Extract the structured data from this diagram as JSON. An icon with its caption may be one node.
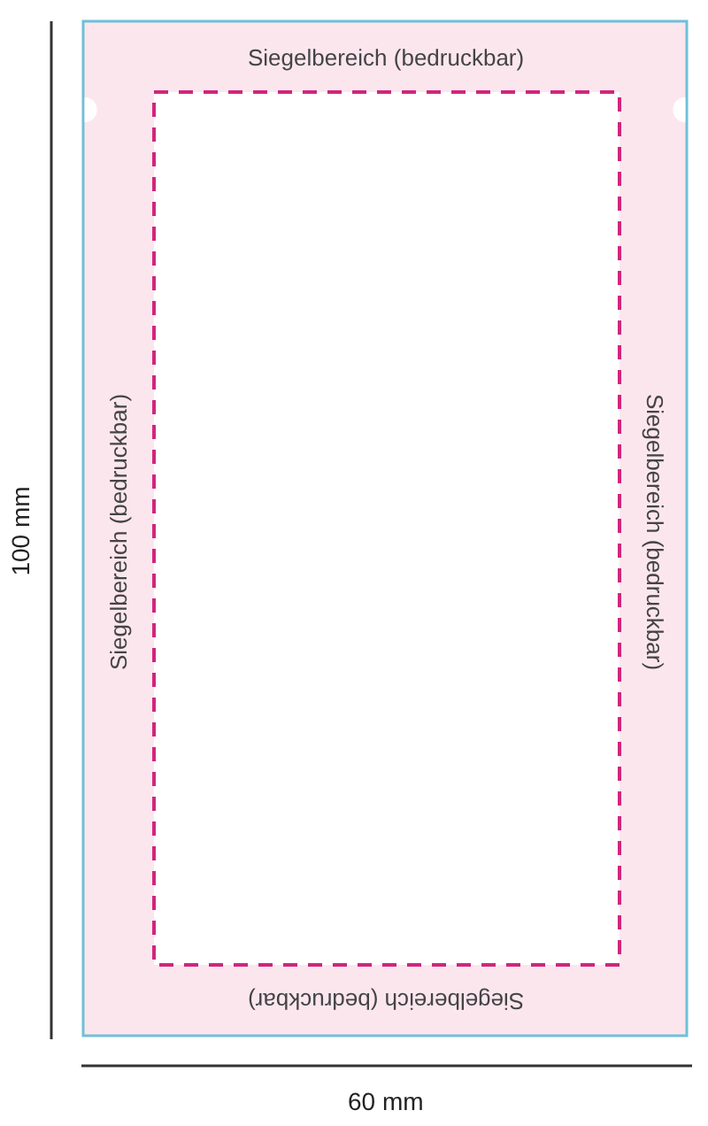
{
  "diagram": {
    "labels": [
      "Siegelbereich (bedruckbar)",
      "100 mm",
      "Siegelbereich (bedruckbar)",
      "Siegelbereich (bedruckbar)",
      "Siegelbereich (bedruckbar)",
      "60 mm"
    ]
  }
}
